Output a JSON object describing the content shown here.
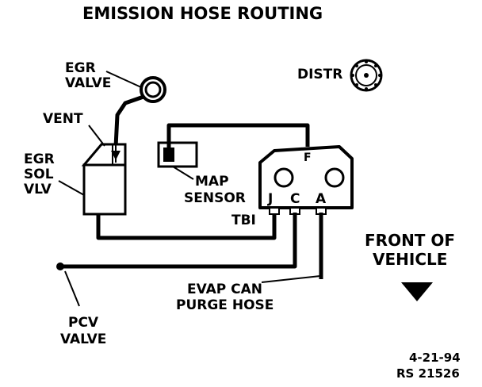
{
  "title": "EMISSION HOSE ROUTING",
  "labels": {
    "egr_valve": [
      "EGR",
      "VALVE"
    ],
    "vent": "VENT",
    "egr_sol_vlv": [
      "EGR",
      "SOL",
      "VLV"
    ],
    "distr": "DISTR",
    "map_sensor": [
      "MAP",
      "SENSOR"
    ],
    "tbi": "TBI",
    "port_j": "J",
    "port_c": "C",
    "port_a": "A",
    "port_f": "F",
    "front_of_vehicle": [
      "FRONT OF",
      "VEHICLE"
    ],
    "evap_can_purge_hose": [
      "EVAP CAN",
      "PURGE HOSE"
    ],
    "pcv_valve": [
      "PCV",
      "VALVE"
    ]
  },
  "footer": {
    "date": "4-21-94",
    "code": "RS 21526"
  }
}
